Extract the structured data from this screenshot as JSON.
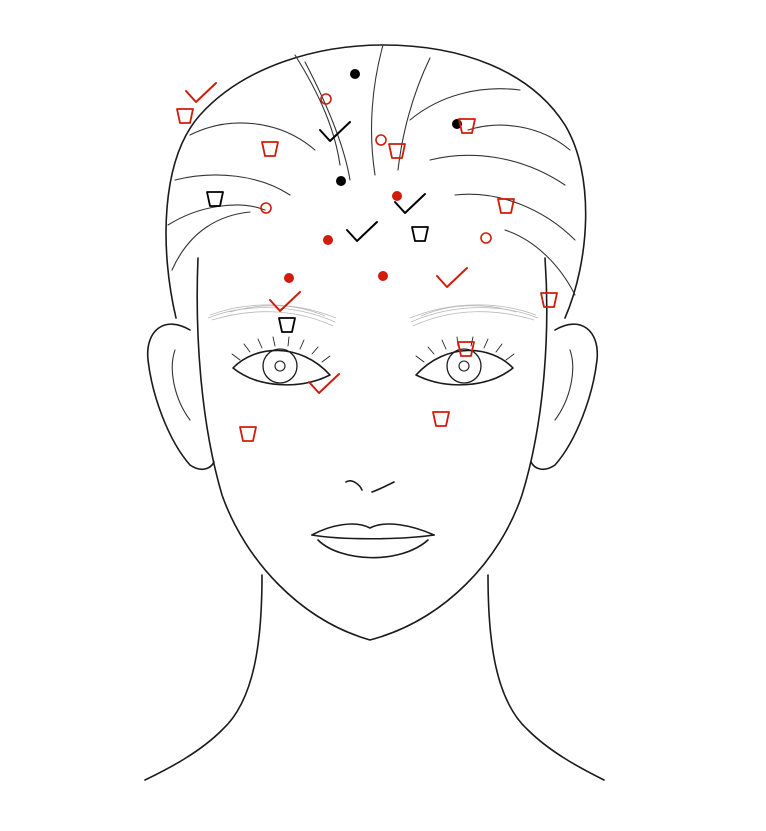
{
  "colors": {
    "red": "#d01c0a",
    "black": "#000000",
    "outline": "#1a1a1a"
  },
  "markers": [
    {
      "kind": "dot",
      "color": "black"
    },
    {
      "kind": "dot",
      "color": "black"
    },
    {
      "kind": "dot",
      "color": "black"
    },
    {
      "kind": "dot",
      "color": "red"
    },
    {
      "kind": "dot",
      "color": "red"
    },
    {
      "kind": "dot",
      "color": "red"
    },
    {
      "kind": "dot",
      "color": "red"
    },
    {
      "kind": "ring",
      "color": "red"
    },
    {
      "kind": "ring",
      "color": "red"
    },
    {
      "kind": "ring",
      "color": "red"
    },
    {
      "kind": "ring",
      "color": "red"
    },
    {
      "kind": "check",
      "color": "red"
    },
    {
      "kind": "check",
      "color": "red"
    },
    {
      "kind": "check",
      "color": "red"
    },
    {
      "kind": "check",
      "color": "red"
    },
    {
      "kind": "check",
      "color": "black"
    },
    {
      "kind": "check",
      "color": "black"
    },
    {
      "kind": "check",
      "color": "black"
    },
    {
      "kind": "cup",
      "color": "red"
    },
    {
      "kind": "cup",
      "color": "red"
    },
    {
      "kind": "cup",
      "color": "red"
    },
    {
      "kind": "cup",
      "color": "red"
    },
    {
      "kind": "cup",
      "color": "red"
    },
    {
      "kind": "cup",
      "color": "red"
    },
    {
      "kind": "cup",
      "color": "red"
    },
    {
      "kind": "cup",
      "color": "red"
    },
    {
      "kind": "cup",
      "color": "red"
    },
    {
      "kind": "cup",
      "color": "black"
    },
    {
      "kind": "cup",
      "color": "black"
    },
    {
      "kind": "cup",
      "color": "black"
    }
  ]
}
